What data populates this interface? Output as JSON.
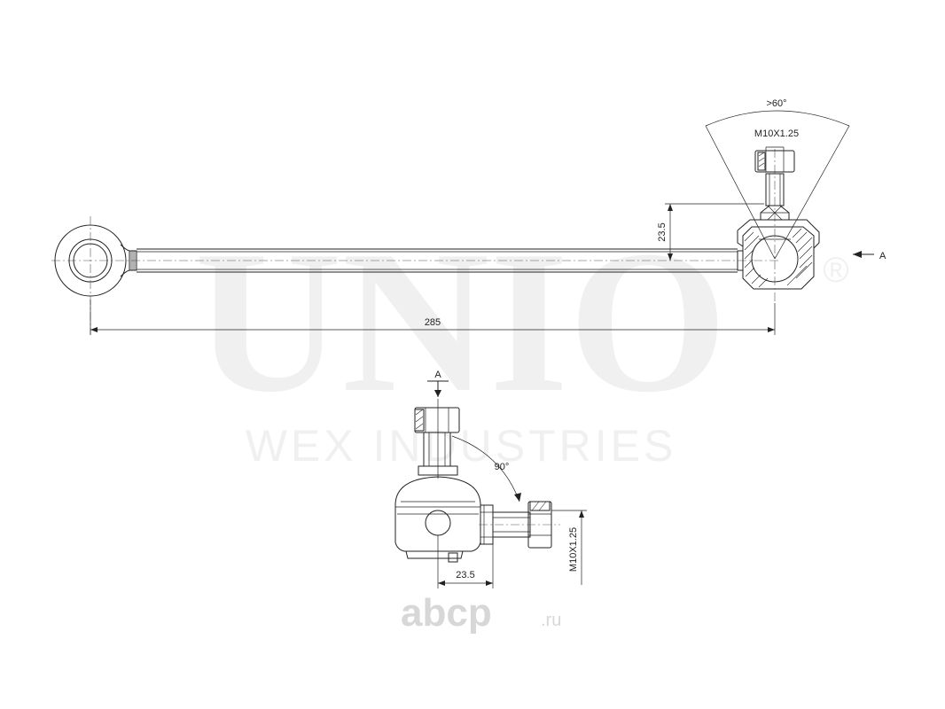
{
  "watermark": {
    "brand": "UNIO",
    "registered_mark": "®",
    "subtitle": "WEX INDUSTRIES"
  },
  "top_view": {
    "length_dim": "285",
    "offset_dim": "23.5",
    "thread_label": "M10X1.25",
    "angle_label": ">60°",
    "view_marker": "A"
  },
  "side_view": {
    "view_label": "A",
    "angle_label": "90°",
    "offset_dim": "23.5",
    "thread_label": "M10X1.25"
  },
  "site_watermark": {
    "brand": "abcp",
    "tld": ".ru"
  }
}
